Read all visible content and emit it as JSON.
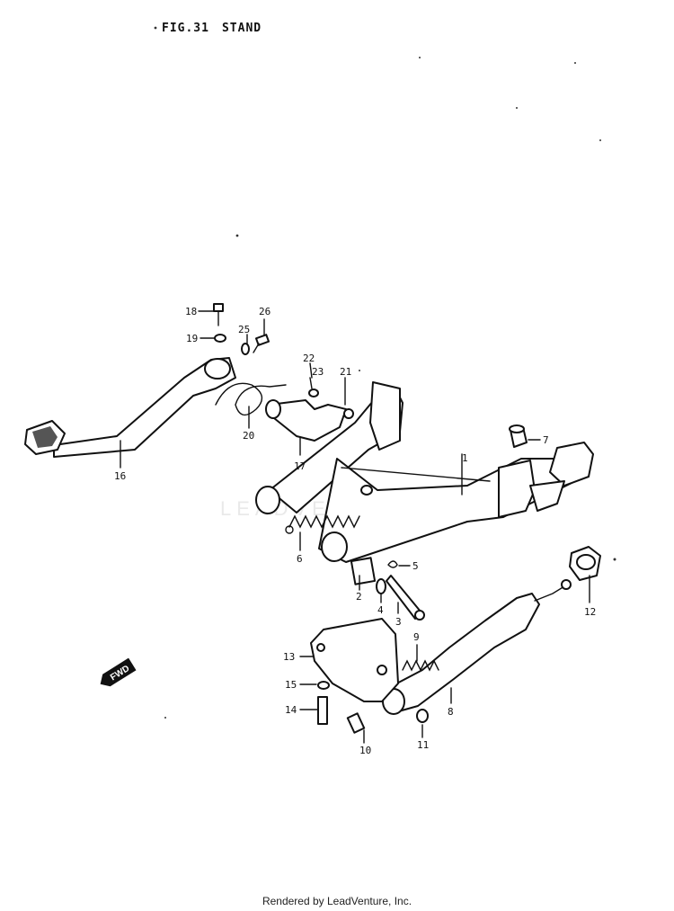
{
  "figure": {
    "number": "FIG.31",
    "title": "STAND"
  },
  "watermark": "LEADVENTURE",
  "footer": "Rendered by LeadVenture, Inc.",
  "front_arrow_label": "FWD",
  "callouts": [
    "1",
    "2",
    "3",
    "4",
    "5",
    "6",
    "7",
    "8",
    "9",
    "10",
    "11",
    "12",
    "13",
    "14",
    "15",
    "16",
    "17",
    "18",
    "19",
    "20",
    "21",
    "22",
    "23",
    "25",
    "26"
  ]
}
